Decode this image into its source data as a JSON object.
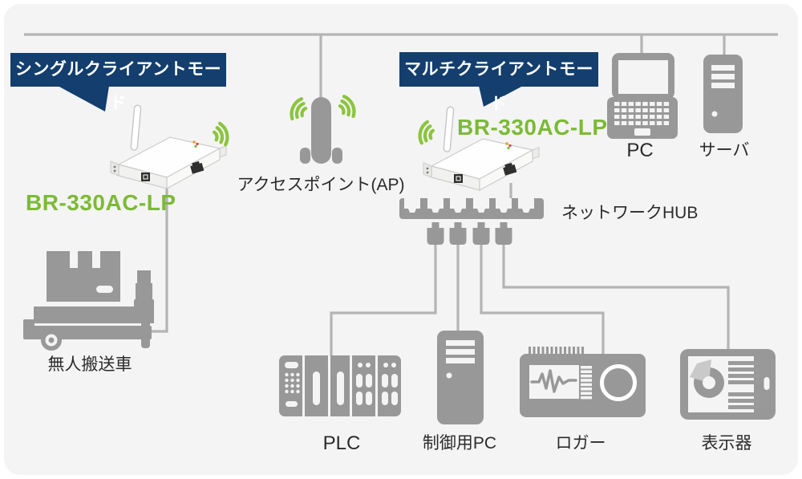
{
  "colors": {
    "panel_background": "#f4f4f4",
    "callout_navy": "#133e6d",
    "model_green": "#7cba35",
    "wave_green": "#8bc43e",
    "icon_gray": "#989898",
    "line_gray": "#b4b4b4",
    "label_text": "#2b2b2b"
  },
  "callouts": {
    "single_client": "シングルクライアントモード",
    "multi_client": "マルチクライアントモード"
  },
  "labels": {
    "bridge_left_model": "BR-330AC-LP",
    "bridge_right_model": "BR-330AC-LP",
    "access_point": "アクセスポイント(AP)",
    "network_hub": "ネットワークHUB",
    "pc": "PC",
    "server": "サーバ",
    "agv": "無人搬送車",
    "plc": "PLC",
    "control_pc": "制御用PC",
    "logger": "ロガー",
    "display": "表示器"
  },
  "icons": {
    "wifi-waves-icon": "three green arcs",
    "wireless-bridge-icon": "white box with antenna and LAN port",
    "access-point-icon": "gray rounded pillar with feet",
    "laptop-icon": "gray laptop",
    "server-icon": "gray tower with bars",
    "network-hub-icon": "gray bar with six ports and four plugs",
    "agv-icon": "automated guided vehicle with box and lift",
    "plc-icon": "modular PLC rack",
    "control-pc-icon": "gray tower with bars",
    "logger-icon": "recorder with waveform screen and knob",
    "display-icon": "tablet with donut chart"
  }
}
